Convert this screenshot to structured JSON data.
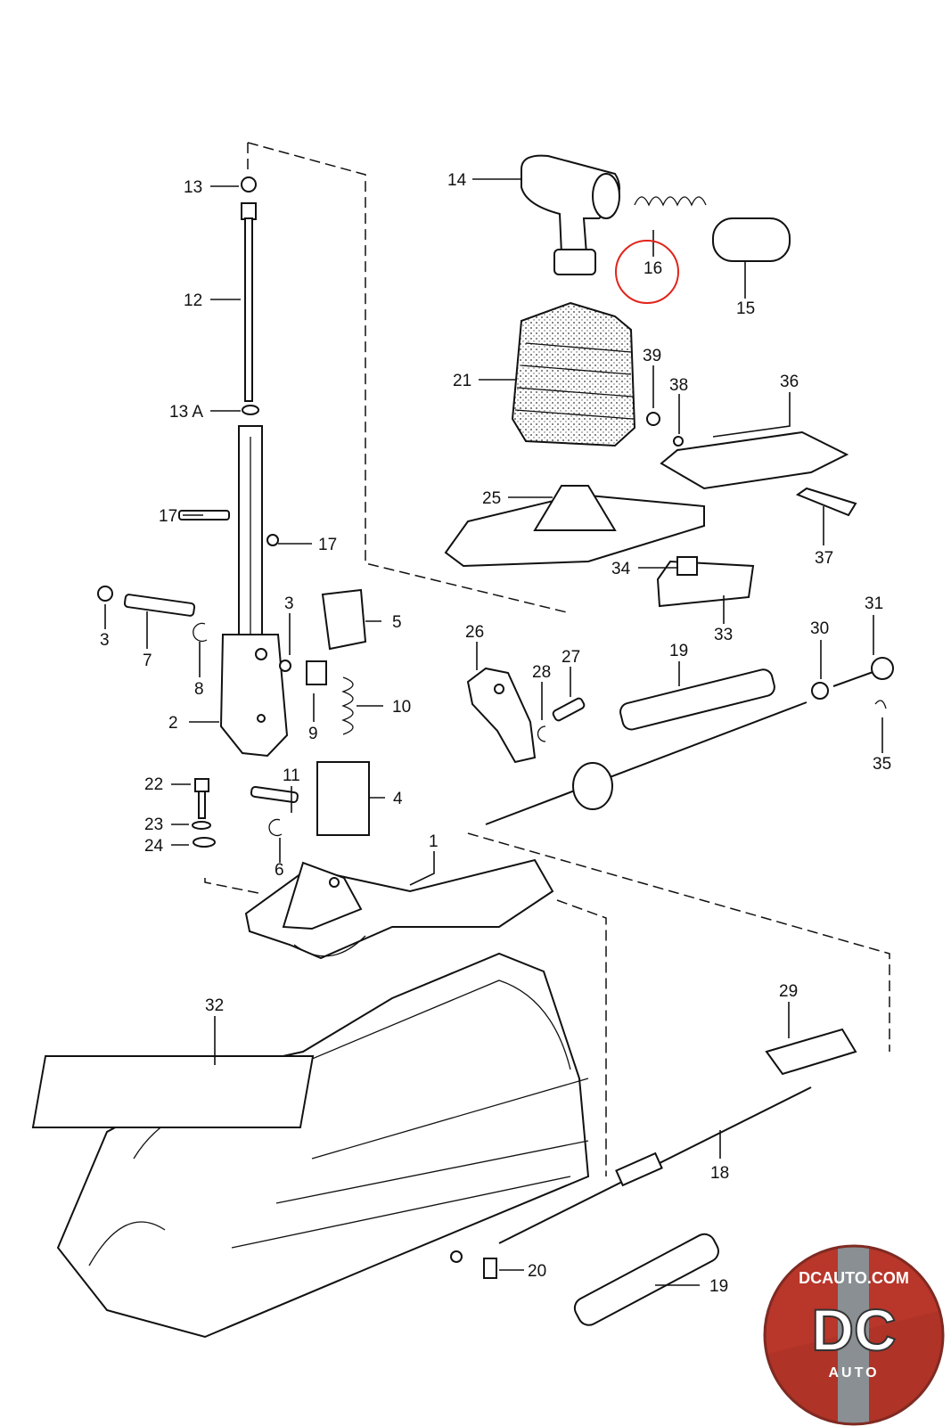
{
  "callouts": [
    {
      "id": "13",
      "label": "13"
    },
    {
      "id": "12",
      "label": "12"
    },
    {
      "id": "13A",
      "label": "13 A"
    },
    {
      "id": "17a",
      "label": "17"
    },
    {
      "id": "17b",
      "label": "17"
    },
    {
      "id": "3a",
      "label": "3"
    },
    {
      "id": "7",
      "label": "7"
    },
    {
      "id": "8",
      "label": "8"
    },
    {
      "id": "3b",
      "label": "3"
    },
    {
      "id": "5",
      "label": "5"
    },
    {
      "id": "10",
      "label": "10"
    },
    {
      "id": "9",
      "label": "9"
    },
    {
      "id": "2",
      "label": "2"
    },
    {
      "id": "11",
      "label": "11"
    },
    {
      "id": "4",
      "label": "4"
    },
    {
      "id": "22",
      "label": "22"
    },
    {
      "id": "23",
      "label": "23"
    },
    {
      "id": "24",
      "label": "24"
    },
    {
      "id": "6",
      "label": "6"
    },
    {
      "id": "1",
      "label": "1"
    },
    {
      "id": "14",
      "label": "14"
    },
    {
      "id": "16",
      "label": "16"
    },
    {
      "id": "15",
      "label": "15"
    },
    {
      "id": "21",
      "label": "21"
    },
    {
      "id": "39",
      "label": "39"
    },
    {
      "id": "38",
      "label": "38"
    },
    {
      "id": "36",
      "label": "36"
    },
    {
      "id": "25",
      "label": "25"
    },
    {
      "id": "37",
      "label": "37"
    },
    {
      "id": "34",
      "label": "34"
    },
    {
      "id": "33",
      "label": "33"
    },
    {
      "id": "26",
      "label": "26"
    },
    {
      "id": "27",
      "label": "27"
    },
    {
      "id": "28",
      "label": "28"
    },
    {
      "id": "19a",
      "label": "19"
    },
    {
      "id": "30",
      "label": "30"
    },
    {
      "id": "31",
      "label": "31"
    },
    {
      "id": "35",
      "label": "35"
    },
    {
      "id": "32",
      "label": "32"
    },
    {
      "id": "29",
      "label": "29"
    },
    {
      "id": "18",
      "label": "18"
    },
    {
      "id": "20",
      "label": "20"
    },
    {
      "id": "19b",
      "label": "19"
    }
  ],
  "highlighted_part": "16",
  "logo": {
    "top_text": "DCAUTO.COM",
    "monogram": "DC",
    "sub_text": "AUTO"
  },
  "colors": {
    "ink": "#111111",
    "highlight": "#e0241b",
    "logo_red": "#c0392b",
    "logo_grey": "#8a8f93"
  }
}
